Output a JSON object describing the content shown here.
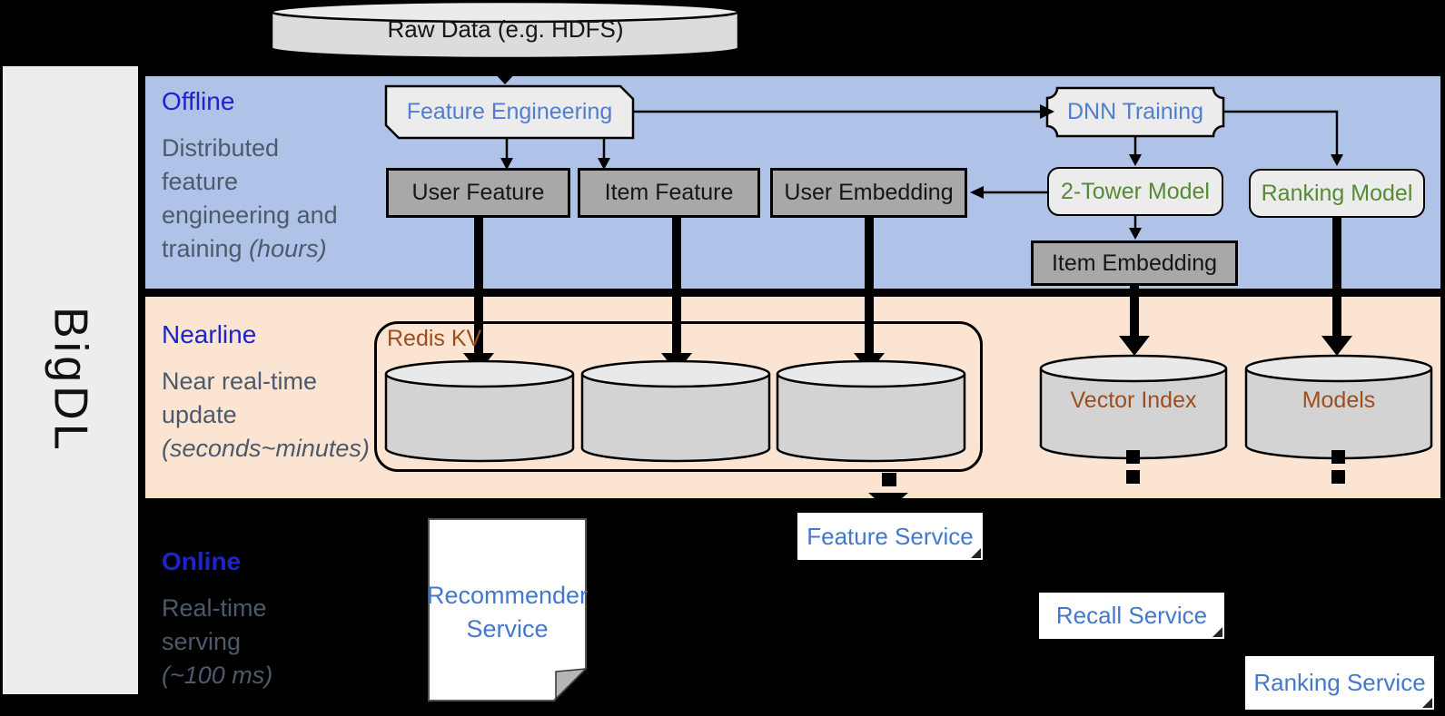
{
  "brand": "BigDL",
  "bands": {
    "offline": {
      "title": "Offline",
      "line1": "Distributed",
      "line2": "feature",
      "line3": "engineering and",
      "line4": "training ",
      "line4_italic": "(hours)"
    },
    "nearline": {
      "title": "Nearline",
      "line1": "Near real-time",
      "line2": "update",
      "line3_italic": "(seconds~minutes)"
    },
    "online": {
      "title": "Online",
      "line1": "Real-time",
      "line2": "serving",
      "line3_italic": "(~100 ms)"
    }
  },
  "nodes": {
    "raw_data": "Raw Data (e.g. HDFS)",
    "feature_engineering": "Feature Engineering",
    "dnn_training": "DNN Training",
    "user_feature": "User Feature",
    "item_feature": "Item Feature",
    "user_embedding": "User Embedding",
    "two_tower_model": "2-Tower Model",
    "ranking_model": "Ranking Model",
    "item_embedding": "Item Embedding",
    "redis_kv": "Redis KV",
    "vector_index": "Vector Index",
    "models": "Models",
    "recommender_line1": "Recommender",
    "recommender_line2": "Service",
    "feature_service": "Feature Service",
    "recall_service": "Recall Service",
    "ranking_service": "Ranking Service"
  },
  "colors": {
    "section_title_blue": "#1d23cd",
    "section_text_gray": "#4d5a6b",
    "node_text_blue": "#4f7dd0",
    "node_text_green": "#568a35",
    "storage_text_brown": "#9e4d1e",
    "service_text_blue": "#4478cc",
    "offline_band": "#aec3e7",
    "nearline_band": "#fbe5d2",
    "gray_box": "#a8a8a8",
    "light_box": "#ececec"
  }
}
